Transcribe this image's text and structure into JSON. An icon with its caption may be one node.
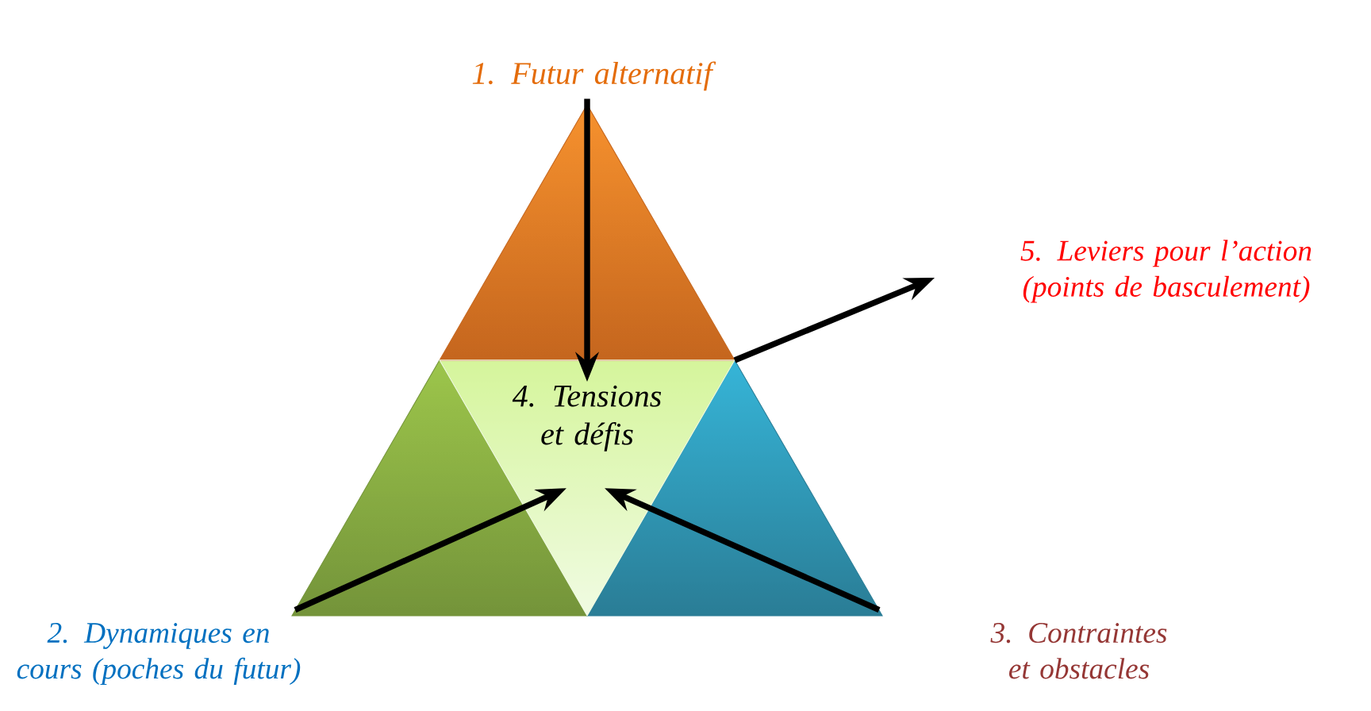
{
  "diagram": {
    "nodes": [
      {
        "text": [
          "1. Futur alternatif"
        ]
      },
      {
        "text": [
          "2. Dynamiques en cours (poches du futur)"
        ]
      },
      {
        "text": [
          "3. Contraintes et obstacles"
        ]
      },
      {
        "text": [
          "4. Tensions et défis"
        ]
      },
      {
        "text": [
          "5. Leviers pour l’action (points de basculement)"
        ]
      }
    ],
    "edges": [
      {
        "from": 0,
        "to": 3,
        "arrow": "to"
      },
      {
        "from": 1,
        "to": 3,
        "arrow": "to"
      },
      {
        "from": 2,
        "to": 3,
        "arrow": "to"
      },
      {
        "from": 3,
        "to": 4,
        "arrow": "to"
      }
    ]
  }
}
